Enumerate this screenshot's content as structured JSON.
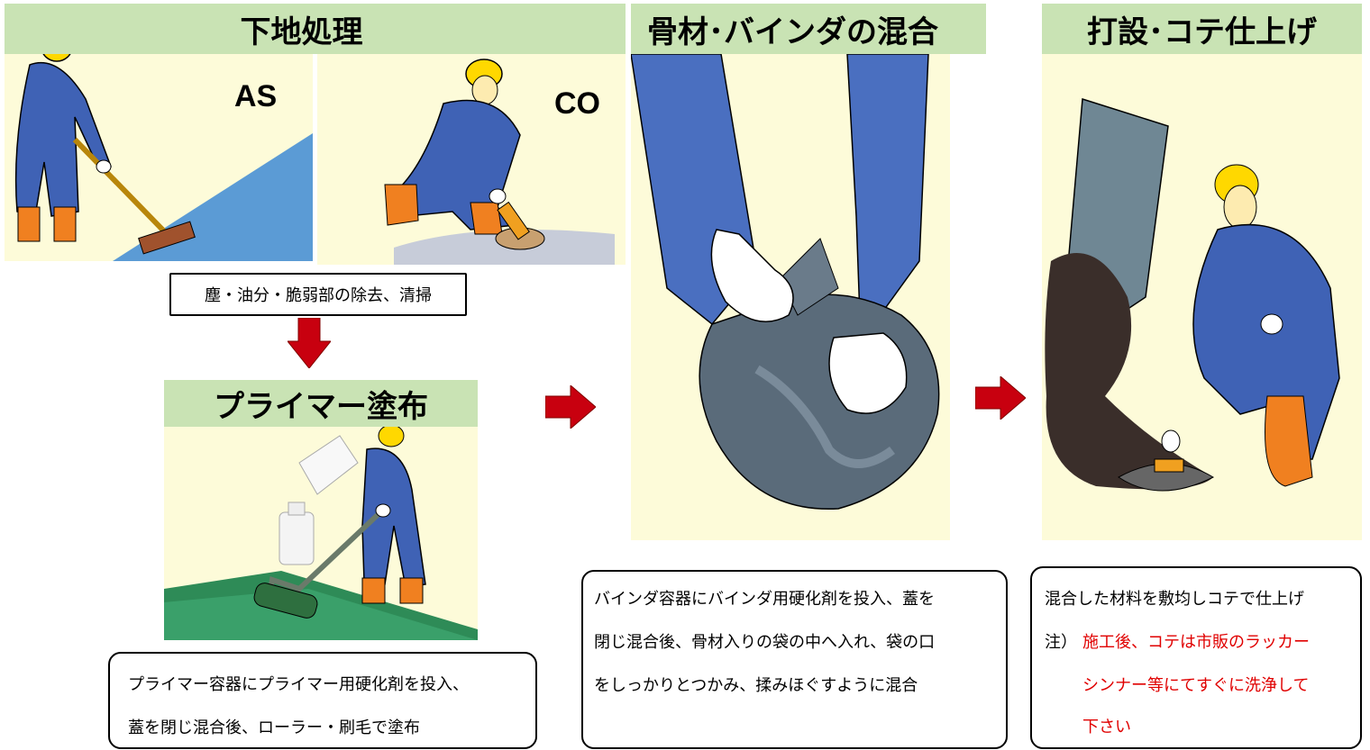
{
  "steps": {
    "surface_prep": {
      "title": "下地処理",
      "label_as": "AS",
      "label_co": "CO",
      "note": "塵・油分・脆弱部の除去、清掃"
    },
    "primer": {
      "title": "プライマー塗布",
      "desc_lines": [
        "プライマー容器にプライマー用硬化剤を投入、",
        "蓋を閉じ混合後、ローラー・刷毛で塗布"
      ]
    },
    "mixing": {
      "title": "骨材･バインダの混合",
      "desc_lines": [
        "バインダ容器にバインダ用硬化剤を投入、蓋を",
        "閉じ混合後、骨材入りの袋の中へ入れ、袋の口",
        "をしっかりとつかみ、揉みほぐすように混合"
      ]
    },
    "finishing": {
      "title": "打設･コテ仕上げ",
      "desc_line1": "混合した材料を敷均しコテで仕上げ",
      "note_prefix": "注）",
      "note_lines": [
        "施工後、コテは市販のラッカー",
        "シンナー等にてすぐに洗浄して",
        "下さい"
      ]
    }
  },
  "colors": {
    "header_bg": "#c9e3b4",
    "panel_bg": "#fdfbd9",
    "arrow": "#c8000f",
    "warning_text": "#e00000",
    "worker_suit": "#3f62b5",
    "helmet": "#ffd800",
    "boots": "#f08020"
  },
  "icons": [
    "worker-sweeping-icon",
    "worker-grinding-icon",
    "worker-rolling-icon",
    "mixing-bag-icon",
    "worker-troweling-icon",
    "arrow-down-icon",
    "arrow-right-icon"
  ]
}
